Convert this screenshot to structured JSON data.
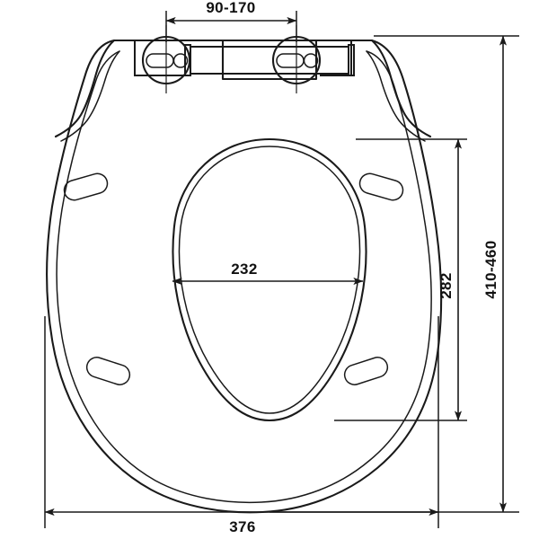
{
  "drawing": {
    "title": "Toilet seat plan view dimensioned drawing",
    "units": "mm",
    "line_color": "#1a1a1a",
    "background_color": "#ffffff"
  },
  "dimensions": {
    "hinge_spacing": {
      "label": "90-170",
      "value_min": 90,
      "value_max": 170,
      "orientation": "horizontal",
      "position": "top",
      "description": "hinge bolt centre spacing"
    },
    "seat_opening_width": {
      "label": "232",
      "value": 232,
      "orientation": "horizontal",
      "position": "interior",
      "description": "inner seat opening width"
    },
    "seat_opening_length": {
      "label": "282",
      "value": 282,
      "orientation": "vertical",
      "position": "right-inner",
      "description": "inner seat opening length"
    },
    "overall_length": {
      "label": "410-460",
      "value_min": 410,
      "value_max": 460,
      "orientation": "vertical",
      "position": "right-outer",
      "description": "overall seat length range"
    },
    "overall_width": {
      "label": "376",
      "value": 376,
      "orientation": "horizontal",
      "position": "bottom",
      "description": "overall seat width"
    }
  },
  "parts": {
    "seat_outline": "toilet-seat-outer-outline",
    "seat_opening": "toilet-seat-inner-opening",
    "hinge_left": "left-hinge-mounting-plate",
    "hinge_right": "right-hinge-mounting-plate",
    "hinge_bar": "hinge-connecting-bar",
    "bumpers": [
      "bumper-pad-upper-left",
      "bumper-pad-upper-right",
      "bumper-pad-lower-left",
      "bumper-pad-lower-right"
    ]
  }
}
